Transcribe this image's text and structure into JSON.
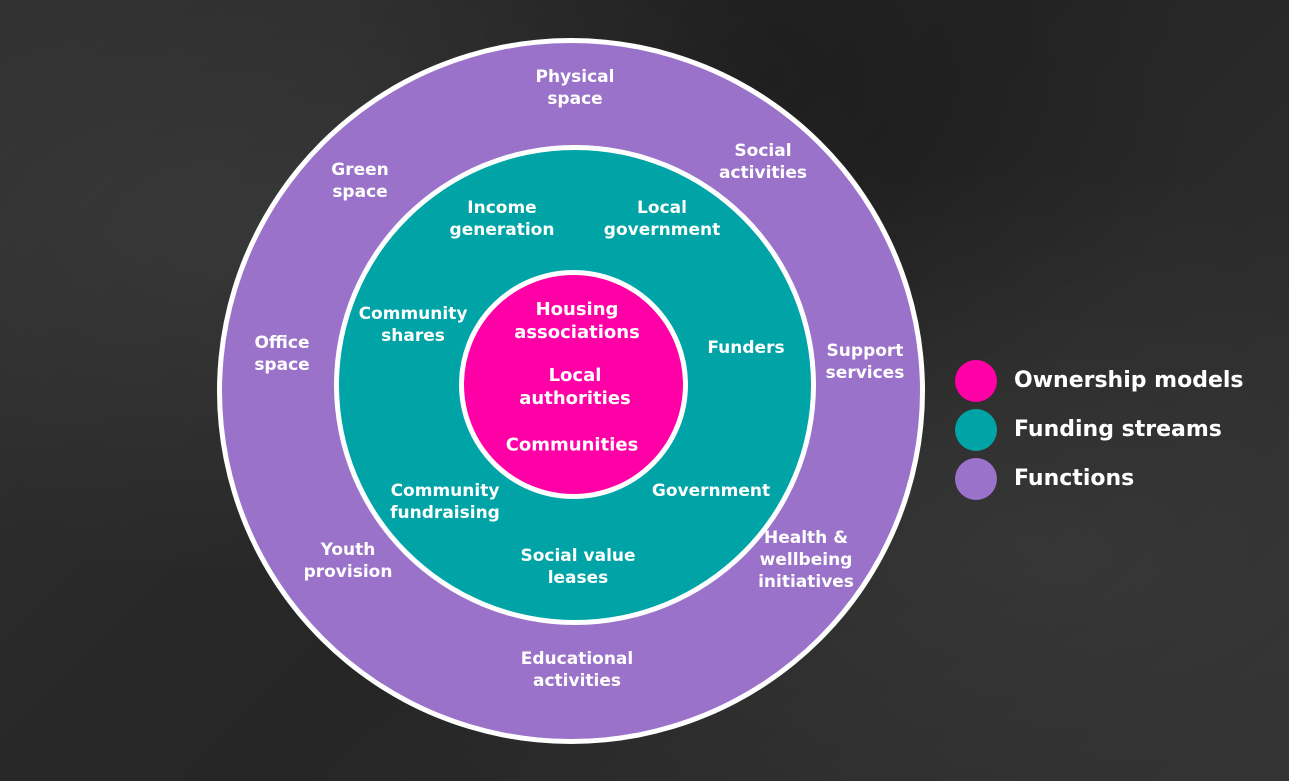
{
  "colors": {
    "ownership": "#ff00a6",
    "funding": "#00a4a6",
    "functions": "#9b72c9",
    "border": "#ffffff"
  },
  "diagram": {
    "functions": [
      "Physical\nspace",
      "Social\nactivities",
      "Support\nservices",
      "Health &\nwellbeing\ninitiatives",
      "Educational\nactivities",
      "Youth\nprovision",
      "Office\nspace",
      "Green\nspace"
    ],
    "funding": [
      "Income\ngeneration",
      "Local\ngovernment",
      "Funders",
      "Government",
      "Social value\nleases",
      "Community\nfundraising",
      "Community\nshares"
    ],
    "ownership": [
      "Housing\nassociations",
      "Local\nauthorities",
      "Communities"
    ]
  },
  "legend": [
    {
      "label": "Ownership models",
      "color_key": "ownership"
    },
    {
      "label": "Funding streams",
      "color_key": "funding"
    },
    {
      "label": "Functions",
      "color_key": "functions"
    }
  ]
}
